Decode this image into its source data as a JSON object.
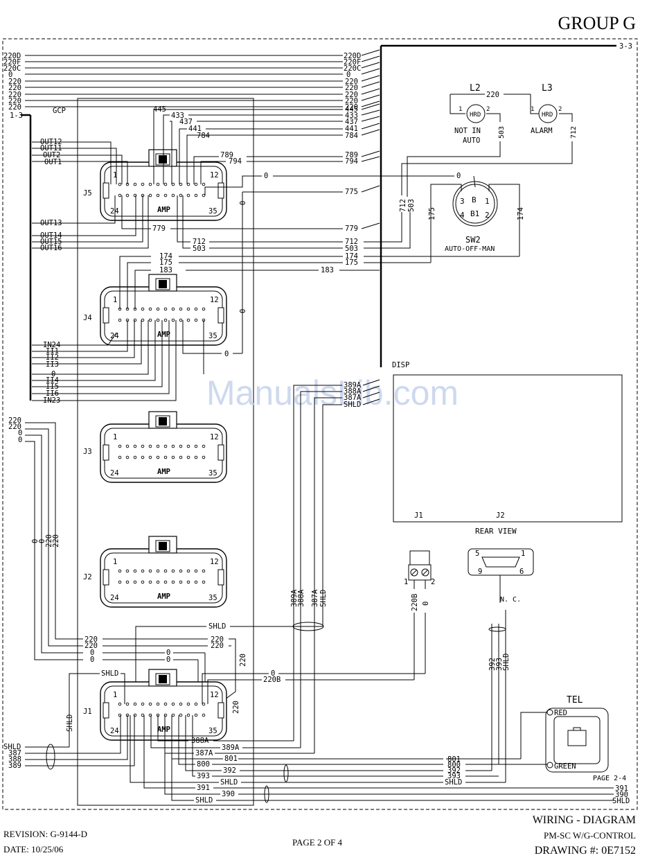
{
  "header": {
    "group": "GROUP G"
  },
  "refs": {
    "top_right": "3-3",
    "left": "1-3",
    "page_ref": "PAGE 2-4"
  },
  "watermark": "ManualsLib.com",
  "top_bus": {
    "left_labels": [
      "220D",
      "220F",
      "220C",
      "0",
      "220",
      "220",
      "220",
      "220",
      "220"
    ],
    "right_labels": [
      "220D",
      "220F",
      "220C",
      "0",
      "220",
      "220",
      "220",
      "220",
      "220"
    ]
  },
  "gcp": {
    "title": "GCP",
    "j5_mid_labels": [
      "445",
      "433",
      "437",
      "441",
      "784"
    ],
    "j5_mid_labels2": [
      "789",
      "794"
    ],
    "j5_right_labels": [
      "445",
      "433",
      "437",
      "441",
      "784",
      "789",
      "794",
      "775",
      "779",
      "712",
      "503"
    ],
    "j5_left_out": [
      "OUT12",
      "OUT11",
      "OUT2",
      "OUT1"
    ],
    "j5_left_out2": [
      "OUT13"
    ],
    "j5_left_out3": [
      "OUT14",
      "OUT15",
      "OUT16"
    ],
    "j5_lower_mid": [
      "779",
      "712",
      "503"
    ],
    "j4_mid_labels": [
      "174",
      "175",
      "183"
    ],
    "j4_right_labels": [
      "174",
      "175",
      "183"
    ],
    "j4_left_in": [
      "IN24",
      "II1",
      "II2",
      "II3",
      "0",
      "II4",
      "II5",
      "II6",
      "IN23"
    ],
    "zero_label": "0",
    "left_mid_labels": [
      "220",
      "220",
      "0",
      "0"
    ],
    "vert_labels": [
      "0",
      "0",
      "220",
      "220"
    ],
    "j1_left_labels": [
      "220",
      "220",
      "0",
      "0"
    ],
    "j1_mid_labels": [
      "220",
      "220",
      "0",
      "0"
    ],
    "j1_vert": [
      "220",
      "220"
    ],
    "shld": "SHLD",
    "j1_left_sig": [
      "SHLD",
      "387",
      "388",
      "389"
    ],
    "j1_lower_mid": [
      "388A",
      "389A",
      "387A",
      "801",
      "800",
      "392",
      "393",
      "SHLD",
      "391",
      "390",
      "SHLD"
    ],
    "r220b": "220B"
  },
  "connectors": [
    {
      "id": "J5",
      "pin1": "1",
      "pin12": "12",
      "pin24": "24",
      "pin35": "35",
      "maker": "AMP"
    },
    {
      "id": "J4",
      "pin1": "1",
      "pin12": "12",
      "pin24": "24",
      "pin35": "35",
      "maker": "AMP"
    },
    {
      "id": "J3",
      "pin1": "1",
      "pin12": "12",
      "pin24": "24",
      "pin35": "35",
      "maker": "AMP"
    },
    {
      "id": "J2",
      "pin1": "1",
      "pin12": "12",
      "pin24": "24",
      "pin35": "35",
      "maker": "AMP"
    },
    {
      "id": "J1",
      "pin1": "1",
      "pin12": "12",
      "pin24": "24",
      "pin35": "35",
      "maker": "AMP"
    }
  ],
  "lamps": {
    "L2": {
      "name": "L2",
      "text": "HRD",
      "p1": "1",
      "p2": "2",
      "label1": "NOT IN",
      "label2": "AUTO",
      "wire": "503"
    },
    "L3": {
      "name": "L3",
      "text": "HRD",
      "p1": "1",
      "p2": "2",
      "label": "ALARM",
      "wire": "712"
    },
    "link": "220"
  },
  "switch": {
    "name": "SW2",
    "label": "AUTO-OFF-MAN",
    "pins": {
      "b": "B",
      "b1": "B1",
      "p1": "1",
      "p2": "2",
      "p3": "3",
      "p4": "4"
    },
    "wires": {
      "w0": "0",
      "w175": "175",
      "w174": "174",
      "w712": "712",
      "w503": "503"
    }
  },
  "disp": {
    "title": "DISP",
    "j1": "J1",
    "j2": "J2",
    "rear": "REAR VIEW",
    "wires": [
      "389A",
      "388A",
      "387A",
      "SHLD"
    ],
    "vert": [
      "389A",
      "388A",
      "387A",
      "SHLD"
    ]
  },
  "terminal": {
    "p1": "1",
    "p2": "2",
    "w1": "220B",
    "w2": "0"
  },
  "db9": {
    "p5": "5",
    "p1": "1",
    "p9": "9",
    "p6": "6",
    "nc": "N. C.",
    "wires": [
      "392",
      "393",
      "SHLD"
    ]
  },
  "tel": {
    "title": "TEL",
    "red": "RED",
    "green": "GREEN"
  },
  "bottom_right_labels": [
    "801",
    "800",
    "392",
    "393",
    "SHLD",
    "391",
    "390",
    "SHLD"
  ],
  "footer": {
    "revision": "REVISION: G-9144-D",
    "date": "DATE: 10/25/06",
    "page": "PAGE 2 OF 4",
    "title": "WIRING - DIAGRAM",
    "subtitle": "PM-SC W/G-CONTROL",
    "drawing": "DRAWING #: 0E7152"
  }
}
